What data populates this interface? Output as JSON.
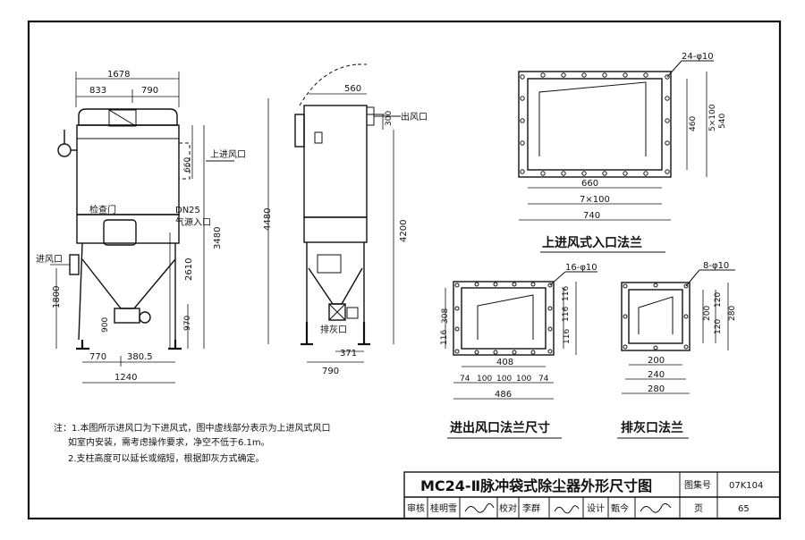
{
  "front_view": {
    "dims": {
      "total_width": "1678",
      "left_width": "833",
      "right_width": "790",
      "upper_inlet_height": "660",
      "body_height": "3480",
      "hopper_height": "2610",
      "leg_height_right": "970",
      "inlet_height": "1800",
      "leg_height_left": "900",
      "bottom_left": "770",
      "bottom_right": "380.5",
      "base_width": "1240"
    },
    "labels": {
      "upper_inlet": "上进风口",
      "inspection_door": "检查门",
      "dn25": "DN25",
      "air_source_inlet": "气源入口",
      "inlet": "进风口"
    }
  },
  "side_view": {
    "dims": {
      "top_width": "560",
      "total_height": "4480",
      "outlet_height": "300",
      "outlet_elevation": "4200",
      "discharge_offset": "371",
      "base_width": "790"
    },
    "labels": {
      "outlet": "出风口",
      "ash_discharge": "排灰口"
    }
  },
  "upper_inlet_flange": {
    "title": "上进风式入口法兰",
    "bolts": "24-φ10",
    "dims": {
      "inner_height": "460",
      "bolt_spacing_v": "5×100",
      "outer_height": "540",
      "inner_width": "660",
      "bolt_spacing_h": "7×100",
      "outer_width": "740"
    }
  },
  "inlet_outlet_flange": {
    "title": "进出风口法兰尺寸",
    "bolts": "16-φ10",
    "dims": {
      "v_top": "116",
      "v_mid": "116",
      "v_bot": "116",
      "inner_height": "308",
      "v_left": "116",
      "inner_width": "408",
      "h_seg1": "74",
      "h_seg2": "100",
      "h_seg3": "100",
      "h_seg4": "100",
      "h_seg5": "74",
      "outer_width": "486"
    }
  },
  "ash_discharge_flange": {
    "title": "排灰口法兰",
    "bolts": "8-φ10",
    "dims": {
      "inner_height": "200",
      "v_top": "120",
      "v_bot": "120",
      "outer_height": "280",
      "inner_width": "200",
      "bolt_span": "240",
      "outer_width": "280"
    }
  },
  "notes": [
    "注：1.本图所示进风口为下进风式，图中虚线部分表示为上进风式风口",
    "如室内安装，需考虑操作要求，净空不低于6.1m。",
    "2.支柱高度可以延长或缩短，根据卸灰方式确定。"
  ],
  "title_block": {
    "title": "MC24-Ⅱ脉冲袋式除尘器外形尺寸图",
    "atlas_no_label": "图集号",
    "atlas_no": "07K104",
    "review_label": "审核",
    "reviewer": "桂明雪",
    "check_label": "校对",
    "checker": "李群",
    "design_label": "设计",
    "designer": "甄今",
    "page_label": "页",
    "page": "65"
  }
}
